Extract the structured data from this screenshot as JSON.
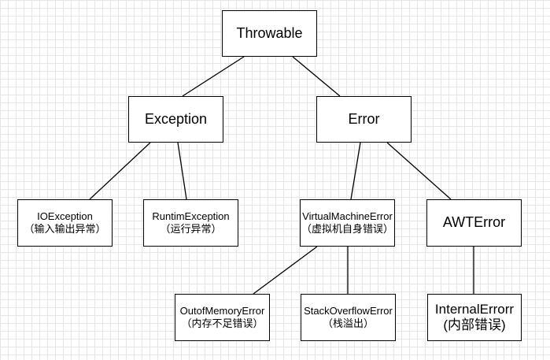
{
  "nodes": {
    "throwable": {
      "line1": "Throwable"
    },
    "exception": {
      "line1": "Exception"
    },
    "error": {
      "line1": "Error"
    },
    "io_exception": {
      "line1": "IOException",
      "line2": "（输入输出异常）"
    },
    "runtime_exception": {
      "line1": "RuntimException",
      "line2": "（运行异常）"
    },
    "virtual_machine_error": {
      "line1": "VirtualMachineError",
      "line2": "（虚拟机自身错误）"
    },
    "awt_error": {
      "line1": "AWTError"
    },
    "out_of_memory_error": {
      "line1": "OutofMemoryError",
      "line2": "（内存不足错误）"
    },
    "stack_overflow_error": {
      "line1": "StackOverflowError",
      "line2": "（栈溢出）"
    },
    "internal_error": {
      "line1": "InternalErrorr",
      "line2": "(内部错误)"
    }
  },
  "colors": {
    "background": "#ffffff",
    "grid": "#e6e6e6",
    "border": "#000000",
    "text": "#000000"
  }
}
